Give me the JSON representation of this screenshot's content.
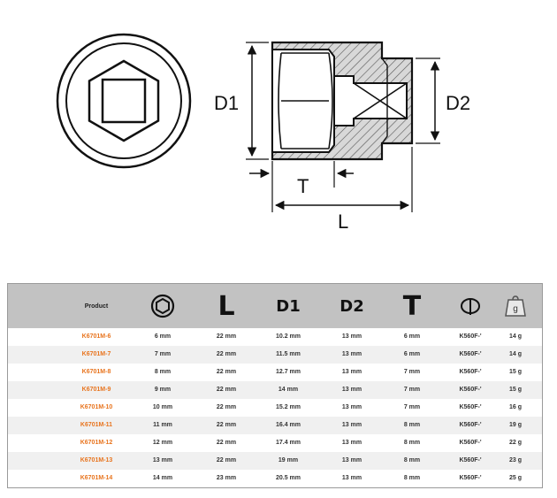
{
  "drawing": {
    "labels": {
      "d1": "D1",
      "d2": "D2",
      "t": "T",
      "l": "L"
    }
  },
  "table": {
    "header": {
      "product": "Product",
      "hex_icon": "hex-size-icon",
      "l": "L",
      "d1": "D1",
      "d2": "D2",
      "t": "T",
      "ref_icon": "split-ring-icon",
      "weight_icon": "weight-icon",
      "weight_unit": "g"
    },
    "rows": [
      {
        "product": "K6701M-6",
        "hex": "6 mm",
        "l": "22 mm",
        "d1": "10.2 mm",
        "d2": "13 mm",
        "t": "6 mm",
        "ref": "K560F-'",
        "weight": "14 g"
      },
      {
        "product": "K6701M-7",
        "hex": "7 mm",
        "l": "22 mm",
        "d1": "11.5 mm",
        "d2": "13 mm",
        "t": "6 mm",
        "ref": "K560F-'",
        "weight": "14 g"
      },
      {
        "product": "K6701M-8",
        "hex": "8 mm",
        "l": "22 mm",
        "d1": "12.7 mm",
        "d2": "13 mm",
        "t": "7 mm",
        "ref": "K560F-'",
        "weight": "15 g"
      },
      {
        "product": "K6701M-9",
        "hex": "9 mm",
        "l": "22 mm",
        "d1": "14 mm",
        "d2": "13 mm",
        "t": "7 mm",
        "ref": "K560F-'",
        "weight": "15 g"
      },
      {
        "product": "K6701M-10",
        "hex": "10 mm",
        "l": "22 mm",
        "d1": "15.2 mm",
        "d2": "13 mm",
        "t": "7 mm",
        "ref": "K560F-'",
        "weight": "16 g"
      },
      {
        "product": "K6701M-11",
        "hex": "11 mm",
        "l": "22 mm",
        "d1": "16.4 mm",
        "d2": "13 mm",
        "t": "8 mm",
        "ref": "K560F-'",
        "weight": "19 g"
      },
      {
        "product": "K6701M-12",
        "hex": "12 mm",
        "l": "22 mm",
        "d1": "17.4 mm",
        "d2": "13 mm",
        "t": "8 mm",
        "ref": "K560F-'",
        "weight": "22 g"
      },
      {
        "product": "K6701M-13",
        "hex": "13 mm",
        "l": "22 mm",
        "d1": "19 mm",
        "d2": "13 mm",
        "t": "8 mm",
        "ref": "K560F-'",
        "weight": "23 g"
      },
      {
        "product": "K6701M-14",
        "hex": "14 mm",
        "l": "23 mm",
        "d1": "20.5 mm",
        "d2": "13 mm",
        "t": "8 mm",
        "ref": "K560F-'",
        "weight": "25 g"
      }
    ]
  }
}
